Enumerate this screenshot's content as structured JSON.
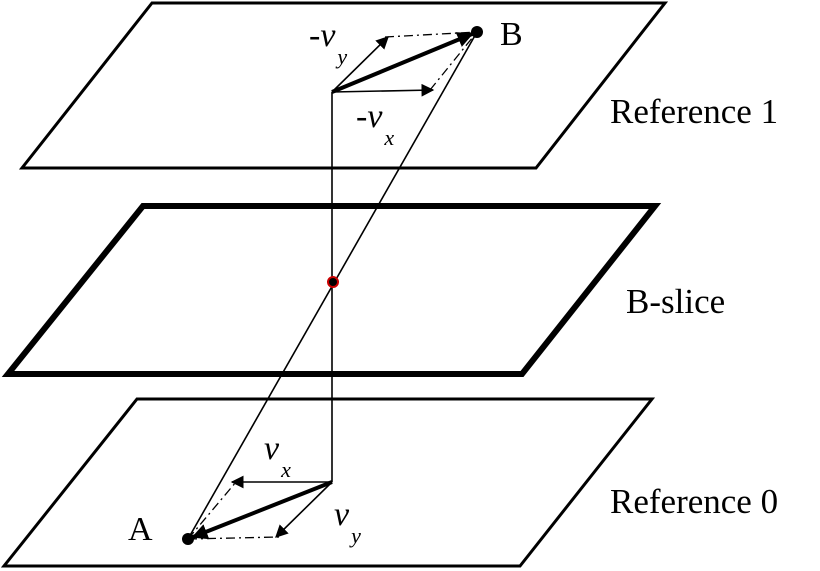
{
  "planes": {
    "reference1": "Reference 1",
    "bslice": "B-slice",
    "reference0": "Reference 0"
  },
  "points": {
    "a": "A",
    "b": "B"
  },
  "vectors": {
    "top_vy": {
      "sign": "-",
      "v": "v",
      "sub": "y"
    },
    "top_vx": {
      "sign": "-",
      "v": "v",
      "sub": "x"
    },
    "bottom_vx": {
      "sign": "",
      "v": "v",
      "sub": "x"
    },
    "bottom_vy": {
      "sign": "",
      "v": "v",
      "sub": "y"
    }
  },
  "colors": {
    "line": "#000000",
    "midpoint": "#cc0000"
  }
}
